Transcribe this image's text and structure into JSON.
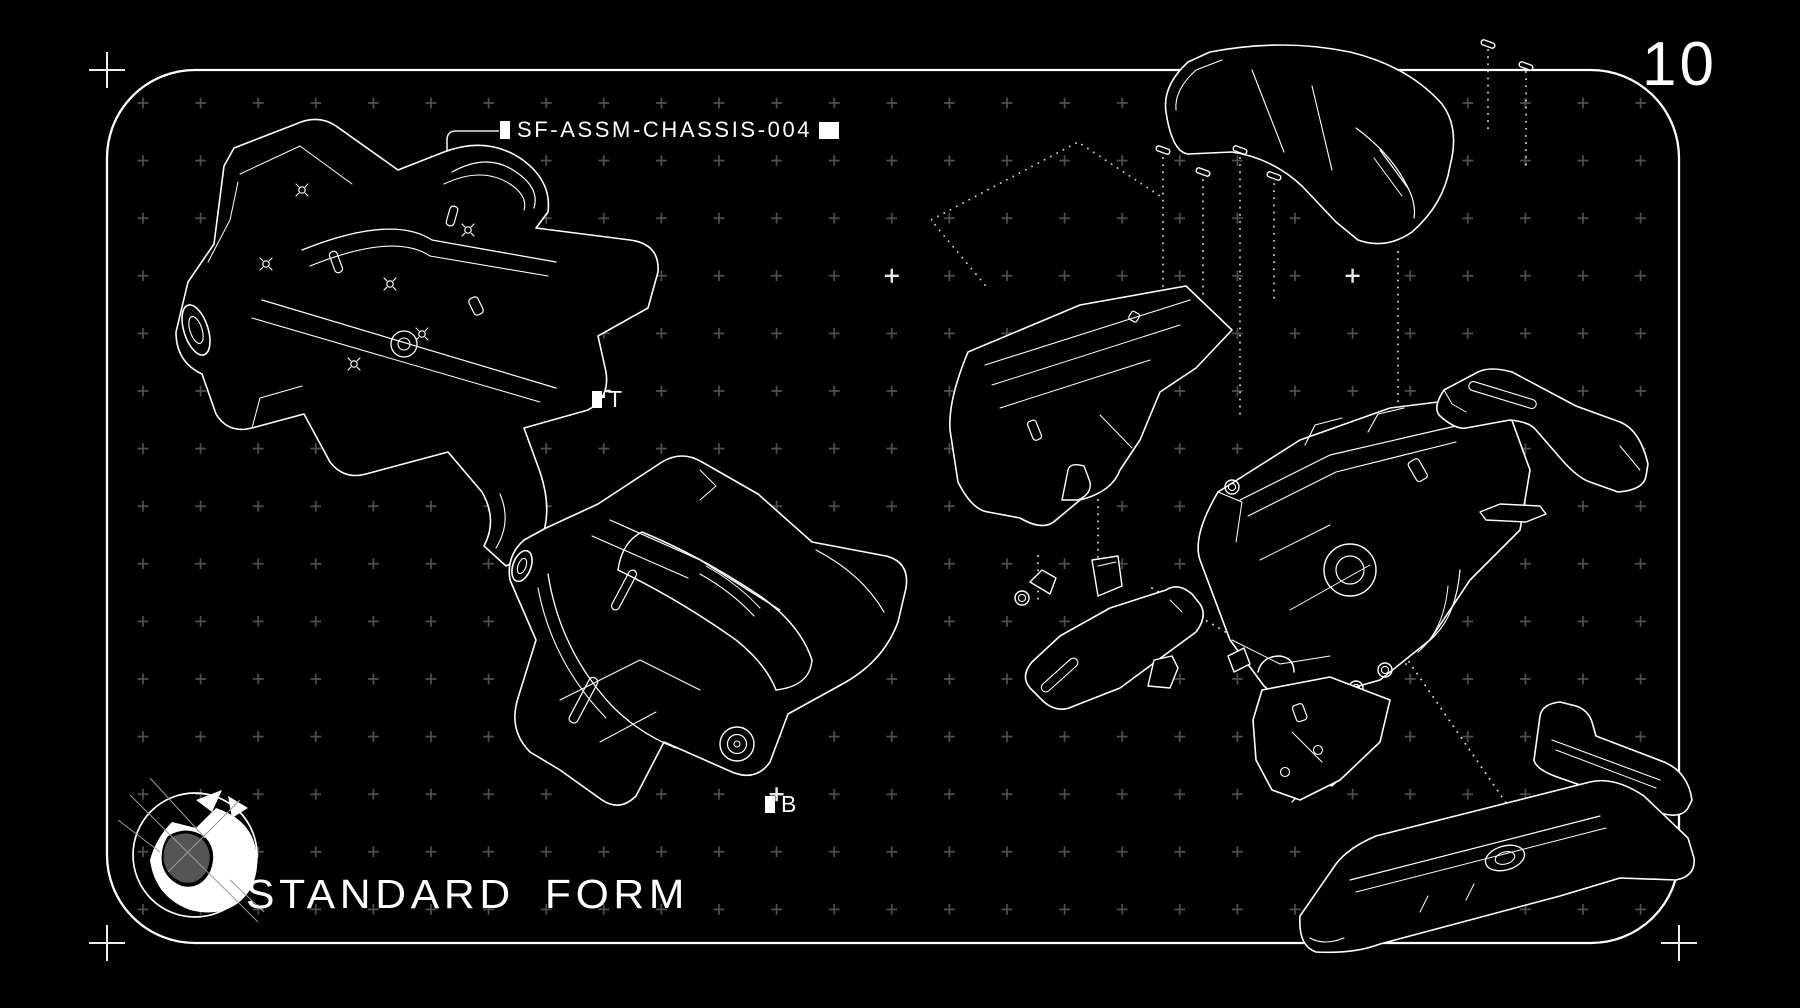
{
  "page": {
    "number": "10"
  },
  "callout": {
    "part_id": "SF-ASSM-CHASSIS-004"
  },
  "view_labels": {
    "top": "T",
    "bottom": "B"
  },
  "brand": {
    "name": "STANDARD FORM"
  },
  "colors": {
    "background": "#000000",
    "line": "#ffffff",
    "grid_mark": "#4e4e4e",
    "bright_mark": "#e8e8e8",
    "logo_shard": "#5a5a5a"
  }
}
